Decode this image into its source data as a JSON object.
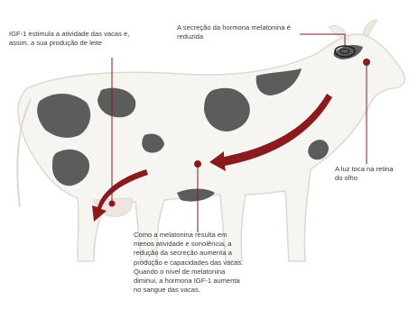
{
  "labels": {
    "igf1_stimulates": "IGF-1 estimula a atividade das vacas e, assim, a sua produção de leite",
    "melatonin_secretion": "A secreção da hormona melatonina é reduzida",
    "light_hits_retina": "A luz toca na retina do olho",
    "melatonin_explanation": "Como a melatonina resulta em menos atividade e sonolência, a redução da secreção aumenta a produção e capacidades das vacas. Quando o nível de melatonina diminui, a hormona IGF-1 aumenta no sangue das vacas."
  },
  "colors": {
    "accent": "#8b1a1e",
    "cow_body": "#f7f5f1",
    "cow_outline": "#ddd8d0",
    "spots": "#5c5c5c",
    "text": "#3a3a3a"
  }
}
